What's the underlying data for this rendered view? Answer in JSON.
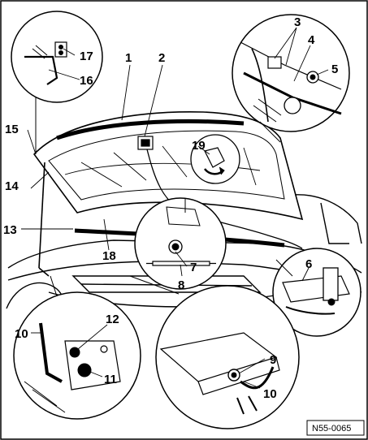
{
  "figure": {
    "reference_code": "N55-0065",
    "callouts": {
      "c1": "1",
      "c2": "2",
      "c3": "3",
      "c4": "4",
      "c5": "5",
      "c6": "6",
      "c7": "7",
      "c8": "8",
      "c9": "9",
      "c10a": "10",
      "c10b": "10",
      "c11": "11",
      "c12": "12",
      "c13": "13",
      "c14": "14",
      "c15": "15",
      "c16": "16",
      "c17": "17",
      "c18": "18",
      "c19": "19"
    }
  }
}
